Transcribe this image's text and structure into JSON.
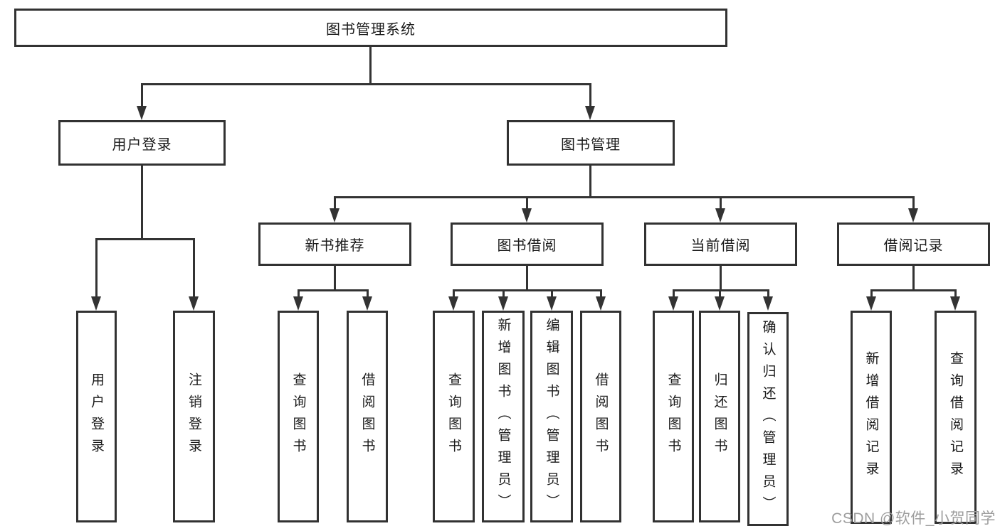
{
  "tree": {
    "root": "图书管理系统",
    "branches": [
      {
        "label": "用户登录",
        "children": [
          "用户登录",
          "注销登录"
        ]
      },
      {
        "label": "图书管理",
        "groups": [
          {
            "label": "新书推荐",
            "children": [
              "查询图书",
              "借阅图书"
            ]
          },
          {
            "label": "图书借阅",
            "children": [
              "查询图书",
              "新增图书（管理员）",
              "编辑图书（管理员）",
              "借阅图书"
            ]
          },
          {
            "label": "当前借阅",
            "children": [
              "查询图书",
              "归还图书",
              "确认归还（管理员）"
            ]
          },
          {
            "label": "借阅记录",
            "children": [
              "新增借阅记录",
              "查询借阅记录"
            ]
          }
        ]
      }
    ]
  },
  "watermark": "CSDN @软件_小贺同学",
  "colors": {
    "line": "#333333",
    "box_border": "#323232",
    "text": "#1a1a1a",
    "watermark": "#9d9d9d",
    "background": "#ffffff"
  }
}
